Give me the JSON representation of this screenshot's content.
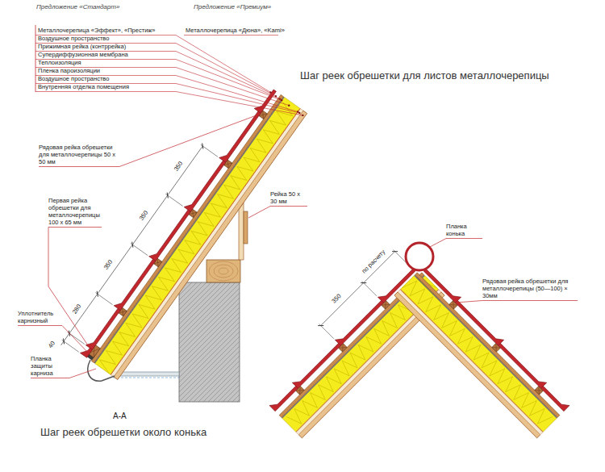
{
  "diagram": {
    "title": "Шаг реек обрешетки для листов металлочерепицы",
    "caption": "Шаг реек обрешетки около конька",
    "labels": [
      "Предложение «Стандарт»",
      "Предложение «Премиум»",
      "Металлочерепица «Эффект», «Престиж»",
      "Металлочерепица «Дюна», «Kami»",
      "Воздушное пространство",
      "Прижимная рейка (контррейка)",
      "Супердиффузионная мембрана",
      "Теплоизоляция",
      "Пленка пароизоляции",
      "Воздушное пространство",
      "Внутренняя отделка помещения",
      "Рядовая рейка обрешетки для металлочерепицы 50 х 50 мм",
      "Первая рейка обрешетки для металлочерепицы 100 х 65 мм",
      "Рейка 50 х 30 мм",
      "Уплотнитель карнизный",
      "Планка защиты карниза",
      "350",
      "350",
      "350",
      "280",
      "40",
      "А-А",
      "Планка конька",
      "Рядовая рейка обрешетки для металлочерепицы (50—100) × 30мм",
      "350",
      "по расчету"
    ]
  }
}
